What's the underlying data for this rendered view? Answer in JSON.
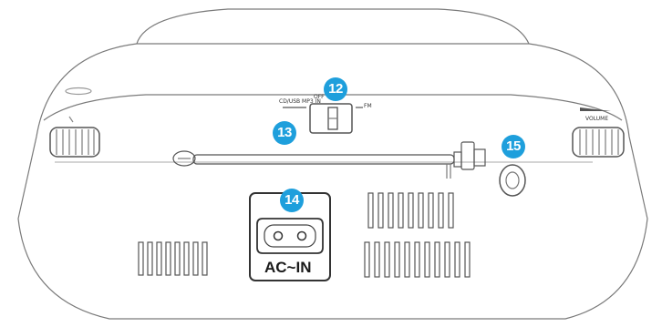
{
  "diagram": {
    "callouts": [
      {
        "id": "12",
        "label": "12"
      },
      {
        "id": "13",
        "label": "13"
      },
      {
        "id": "14",
        "label": "14"
      },
      {
        "id": "15",
        "label": "15"
      }
    ],
    "switch": {
      "left_label": "CD/USB MP3 IN",
      "mid_label": "OFF",
      "right_label": "FM"
    },
    "knob_right_label": "VOLUME",
    "power_socket_label": "AC~IN",
    "colors": {
      "callout": "#1e9fdc",
      "outline": "#6b6b6b",
      "background": "#ffffff"
    }
  }
}
